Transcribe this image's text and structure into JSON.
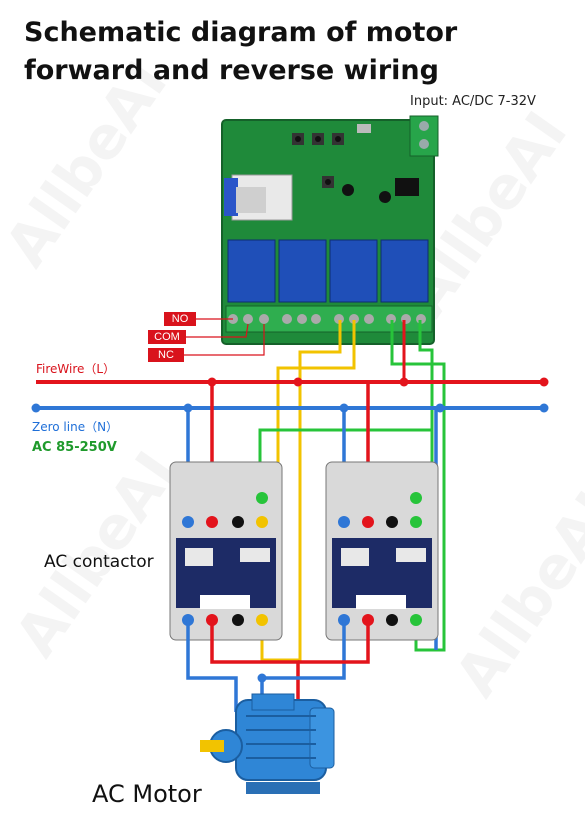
{
  "title": "Schematic diagram of motor forward and reverse wiring",
  "input_label": "Input: AC/DC 7-32V",
  "relay_terminals": {
    "no": "NO",
    "com": "COM",
    "nc": "NC"
  },
  "live_label": "FireWire（L）",
  "neutral_label": "Zero line（N）",
  "voltage_label": "AC 85-250V",
  "contactor_label": "AC contactor",
  "motor_label": "AC Motor",
  "watermark": "AllbeAI",
  "colors": {
    "live": "#e3141c",
    "neutral": "#2f77d6",
    "relay_wire_yellow": "#f2c300",
    "relay_wire_green": "#27c43a",
    "board": "#1f8a3a",
    "contactor": "#1d2b66"
  }
}
